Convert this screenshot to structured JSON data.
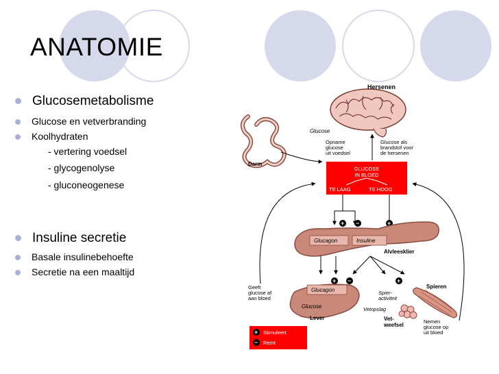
{
  "slide": {
    "title": "ANATOMIE",
    "bullets": [
      {
        "text": "Glucosemetabolisme",
        "level": 1
      },
      {
        "text": "Glucose en vetverbranding",
        "level": 2
      },
      {
        "text": "Koolhydraten",
        "level": 2
      },
      {
        "text": "- vertering voedsel",
        "level": 3
      },
      {
        "text": "- glycogenolyse",
        "level": 3
      },
      {
        "text": "- gluconeogenese",
        "level": 3
      },
      {
        "text": "Insuline secretie",
        "level": 1
      },
      {
        "text": "Basale insulinebehoefte",
        "level": 2
      },
      {
        "text": "Secretie na een maaltijd",
        "level": 2
      }
    ]
  },
  "diagram": {
    "hersenen": "Hersenen",
    "darm": "Darm",
    "glucose_gut": "Glucose",
    "opname": [
      "Opname",
      "glucose",
      "uit voedsel"
    ],
    "glucose_als": [
      "Glucose als",
      "brandstof voor",
      "de hersenen"
    ],
    "glucose_in_bloed": [
      "GLUCOSE",
      "IN BLOED"
    ],
    "te_laag": "TE LAAG",
    "te_hoog": "TE HOOG",
    "glucagon_pancreas": "Glucagon",
    "insuline": "Insuline",
    "alvleesklier": "Alvleesklier",
    "glucagon_liver": "Glucagon",
    "glucose_liver": "Glucose",
    "lever": "Lever",
    "geeft": [
      "Geeft",
      "glucose af",
      "aan bloed"
    ],
    "spieractiviteit": [
      "Spier-",
      "activiteit"
    ],
    "vetopslag": "Vetopslag",
    "vetweefsel": [
      "Vet-",
      "weefsel"
    ],
    "spieren": "Spieren",
    "nemen": [
      "Nemen",
      "glucose op",
      "uit bloed"
    ],
    "legend_stimuleert": "Stimuleert",
    "legend_remt": "Remt",
    "colors": {
      "red_box": "#ff0000",
      "organ": "#c8897a",
      "organ_dark": "#8a4a3e",
      "deco_circle": "#d6d9ec"
    }
  }
}
